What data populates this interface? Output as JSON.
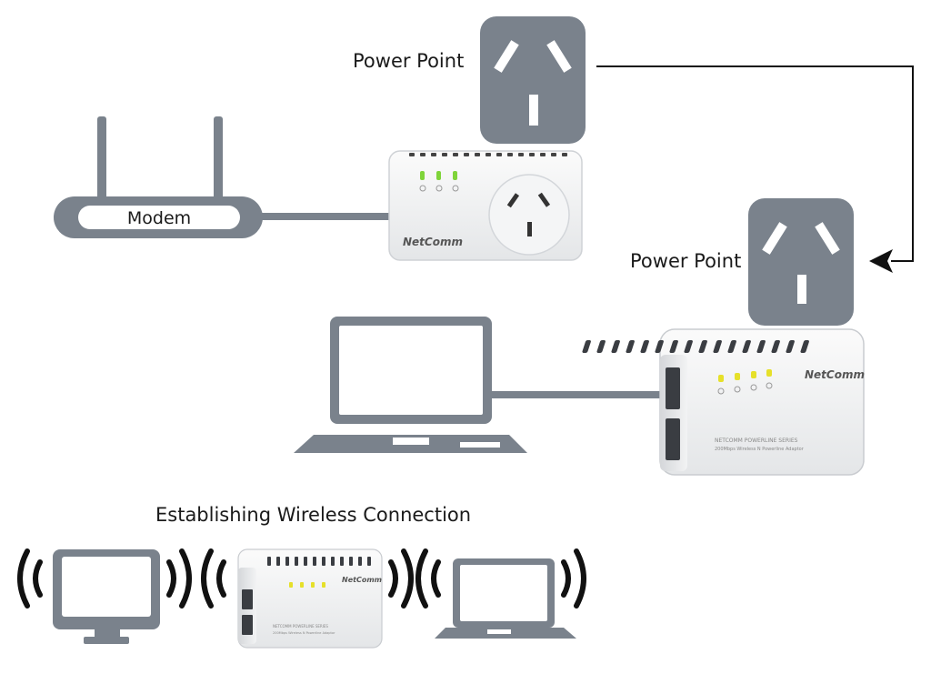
{
  "labels": {
    "power_point_1": "Power Point",
    "power_point_2": "Power Point",
    "modem": "Modem",
    "wireless_title": "Establishing Wireless Connection"
  },
  "devices": {
    "brand": "NetComm",
    "series_text": "NETCOMM POWERLINE SERIES",
    "series_subtext": "200Mbps Wireless N Powerline Adaptor"
  },
  "colors": {
    "device_grey": "#7a828c",
    "line": "#111111",
    "led_green": "#7fd43a",
    "led_yellow": "#e6e02a"
  }
}
